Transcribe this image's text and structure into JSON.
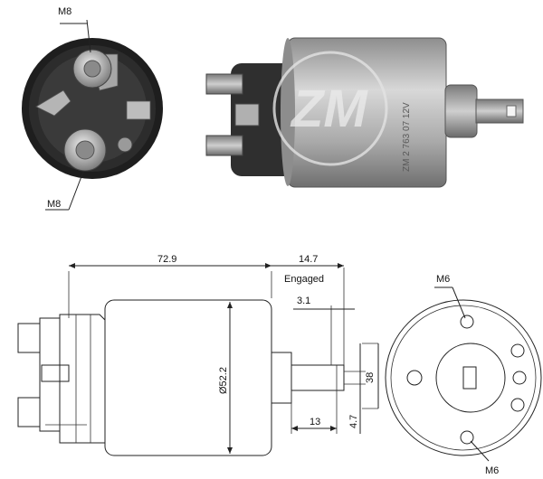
{
  "photo_front": {
    "label_top": "M8",
    "label_bottom": "M8"
  },
  "photo_side": {
    "watermark_text": "ZM",
    "body_marking": "ZM 2 763 07 12V"
  },
  "drawing_side": {
    "dim_length": "72.9",
    "dim_travel": "14.7",
    "dim_travel_note": "Engaged",
    "dim_stroke": "3.1",
    "dim_diameter": "Ø52.2",
    "dim_plunger": "13",
    "dim_slot": "4.7",
    "dim_height": "38"
  },
  "drawing_end": {
    "label_top": "M6",
    "label_bottom": "M6"
  },
  "colors": {
    "line": "#222222",
    "photo_metal": "#b8b8b8",
    "photo_dark": "#2a2a2a"
  }
}
